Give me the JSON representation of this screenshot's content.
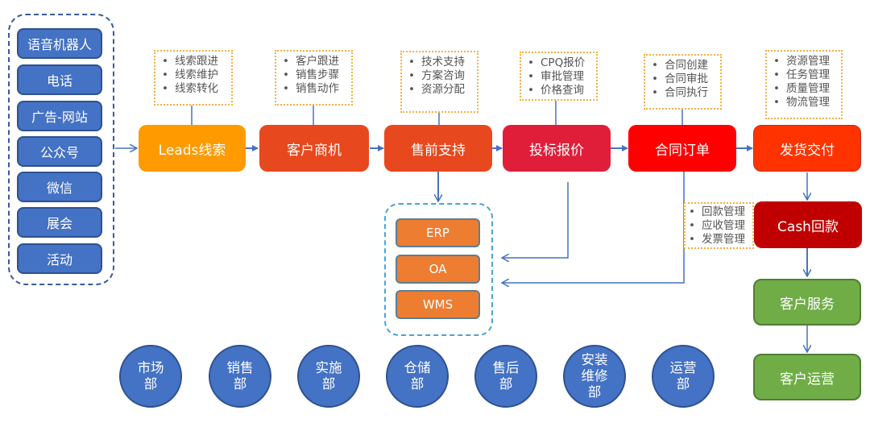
{
  "sources": {
    "items": [
      "语音机器人",
      "电话",
      "广告-网站",
      "公众号",
      "微信",
      "展会",
      "活动"
    ]
  },
  "stages": [
    {
      "label": "Leads线索",
      "color": "#ff9a00"
    },
    {
      "label": "客户商机",
      "color": "#e8481e"
    },
    {
      "label": "售前支持",
      "color": "#e8481e"
    },
    {
      "label": "投标报价",
      "color": "#e01e3a"
    },
    {
      "label": "合同订单",
      "color": "#ff0000"
    },
    {
      "label": "发货交付",
      "color": "#ff3300"
    },
    {
      "label": "Cash回款",
      "color": "#c00000"
    },
    {
      "label": "客户服务",
      "color": "#70ad47"
    },
    {
      "label": "客户运营",
      "color": "#70ad47"
    }
  ],
  "notes": {
    "leads": [
      "线索跟进",
      "线索维护",
      "线索转化"
    ],
    "opportunity": [
      "客户跟进",
      "销售步骤",
      "销售动作"
    ],
    "presales": [
      "技术支持",
      "方案咨询",
      "资源分配"
    ],
    "bidding": [
      "CPQ报价",
      "审批管理",
      "价格查询"
    ],
    "contract": [
      "合同创建",
      "合同审批",
      "合同执行"
    ],
    "delivery": [
      "资源管理",
      "任务管理",
      "质量管理",
      "物流管理"
    ],
    "payment": [
      "回款管理",
      "应收管理",
      "发票管理"
    ]
  },
  "systems": {
    "items": [
      "ERP",
      "OA",
      "WMS"
    ]
  },
  "departments": [
    {
      "lines": [
        "市场",
        "部"
      ]
    },
    {
      "lines": [
        "销售",
        "部"
      ]
    },
    {
      "lines": [
        "实施",
        "部"
      ]
    },
    {
      "lines": [
        "仓储",
        "部"
      ]
    },
    {
      "lines": [
        "售后",
        "部"
      ]
    },
    {
      "lines": [
        "安装",
        "维修",
        "部"
      ]
    },
    {
      "lines": [
        "运营",
        "部"
      ]
    }
  ],
  "colors": {
    "connector": "#4472c4",
    "note_border": "#f4b042",
    "department": "#4472c4",
    "system": "#ed7d31"
  }
}
